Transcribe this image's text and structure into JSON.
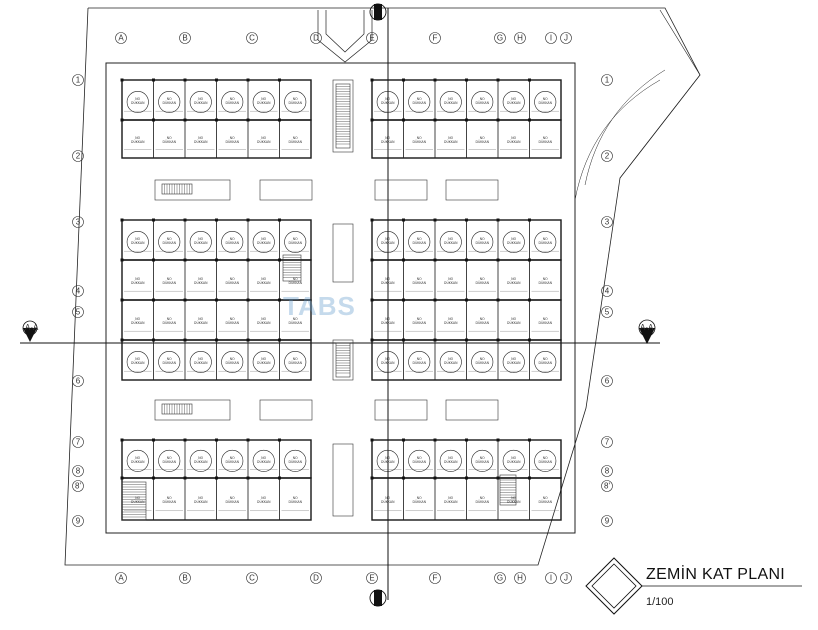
{
  "title": {
    "name": "ZEMİN KAT PLANI",
    "scale": "1/100"
  },
  "grid": {
    "columns": [
      "A",
      "B",
      "C",
      "D",
      "E",
      "F",
      "G",
      "H",
      "I",
      "J"
    ],
    "rows": [
      "1",
      "2",
      "3",
      "4",
      "5",
      "6",
      "7",
      "8",
      "8'",
      "9"
    ]
  },
  "section": {
    "label": "A-A"
  },
  "watermark": "TABS",
  "shop": {
    "line1": "NO",
    "line2": "DÜKKAN"
  },
  "colors": {
    "line": "#1a1a1a",
    "accent": "#5a96c8"
  }
}
